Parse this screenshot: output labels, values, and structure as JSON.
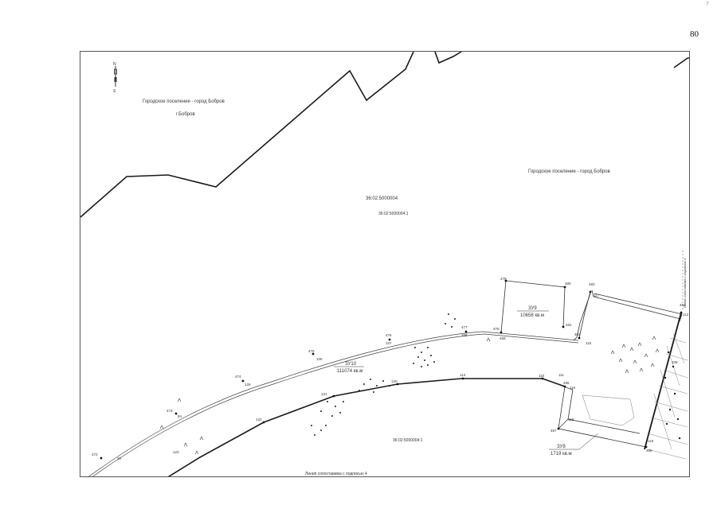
{
  "page": {
    "number": "80",
    "corner_mark": "7"
  },
  "map": {
    "labels": {
      "settlement_left": "Городское поселение - город Бобров",
      "town": "г.Бобров",
      "settlement_right": "Городское поселение - город Бобров",
      "quarter_main": "36:02:5000004",
      "quarter_sub": "36:02:5000004:1",
      "quarter_bottom": "36:02:5000004:1",
      "bottom_note": "Линия сопоставима с подписью 4",
      "right_vertical_note": "Линия сопоставима с подписью 4"
    },
    "parcels": [
      {
        "id": "ZU10",
        "name": "ЗУ10",
        "area": "111074 кв.м"
      },
      {
        "id": "ZU9",
        "name": "ЗУ9",
        "area": "10658 кв.м"
      },
      {
        "id": "ZU8",
        "name": "ЗУ8",
        "area": "1719 кв.м"
      }
    ],
    "point_labels": [
      "472",
      "20",
      "473",
      "84",
      "474",
      "126",
      "475",
      "105",
      "476",
      "107",
      "477",
      "108",
      "478",
      "468",
      "479",
      "480",
      "481",
      "482",
      "483",
      "117",
      "115",
      "484",
      "112",
      "111",
      "110",
      "113",
      "120",
      "121",
      "122",
      "123",
      "119",
      "116",
      "486",
      "487",
      "488",
      "118",
      "109"
    ],
    "colors": {
      "ink": "#222222",
      "frame": "#555555",
      "background": "#ffffff"
    }
  }
}
